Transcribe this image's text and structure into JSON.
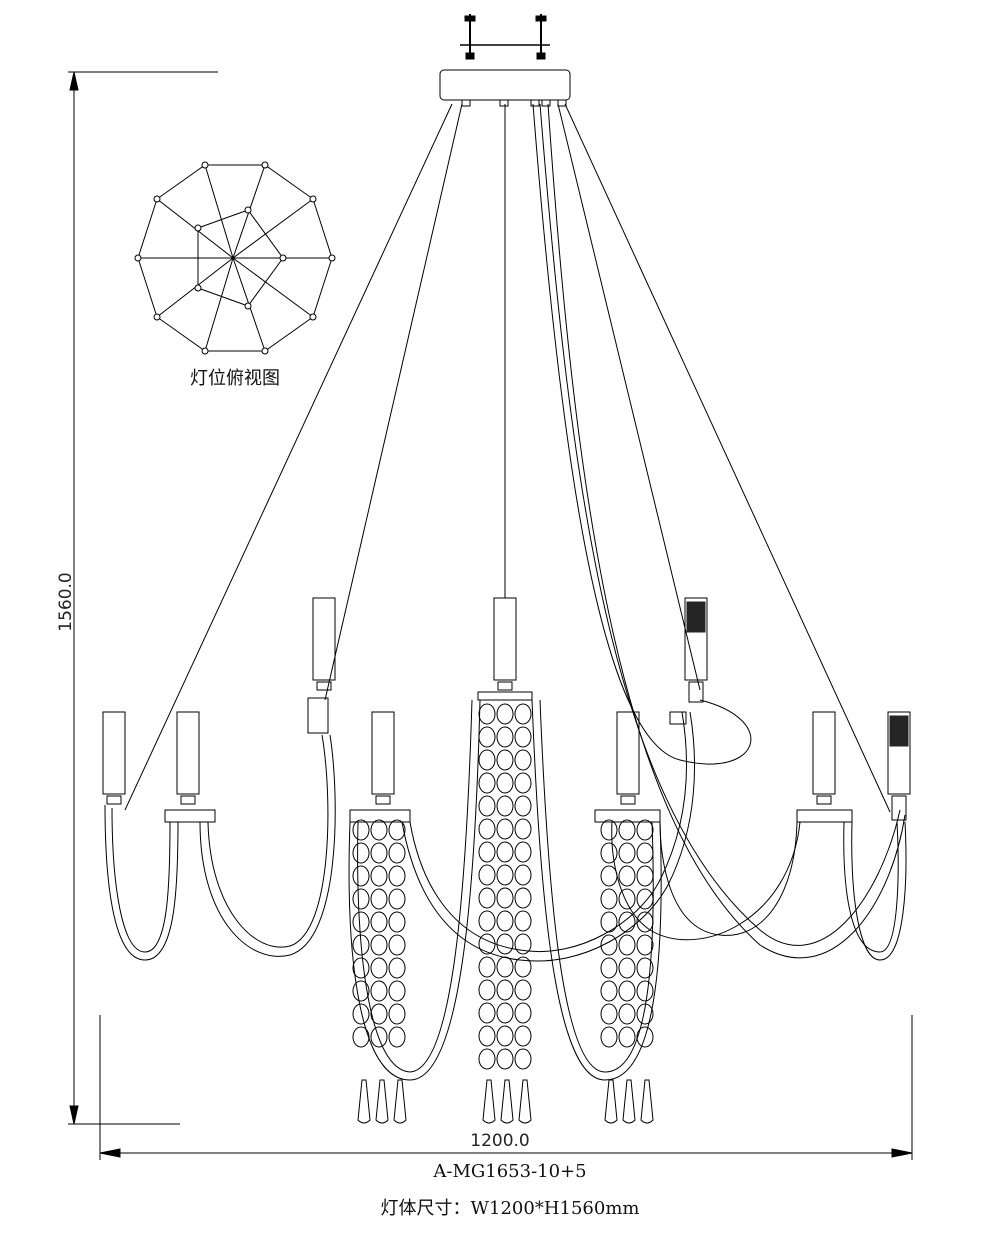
{
  "top_view_label": "灯位俯视图",
  "dimension_width": "1200.0",
  "dimension_height": "1560.0",
  "model_number": "A-MG1653-10+5",
  "size_text": "灯体尺寸：W1200*H1560mm",
  "colors": {
    "line": "#000000",
    "background": "#ffffff"
  }
}
